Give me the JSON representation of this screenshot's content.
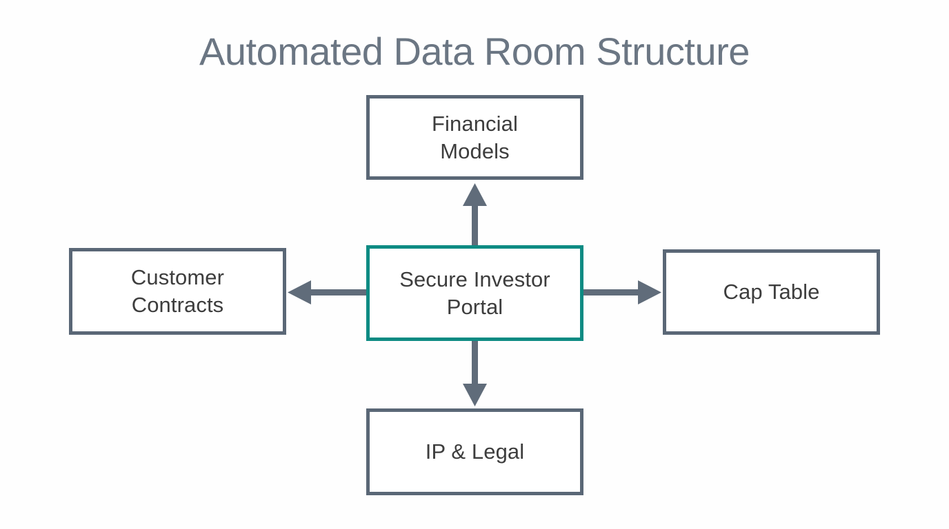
{
  "diagram": {
    "title": "Automated Data Room Structure",
    "type": "hub-and-spoke",
    "background_color": "#fefefe",
    "title_color": "#6b7683",
    "node_border_color": "#5a6776",
    "center_node_border_color": "#0d8b83",
    "node_label_color": "#3d3d3d",
    "arrow_color": "#606c7a",
    "nodes": [
      {
        "id": "secure-portal",
        "label": "Secure Investor\nPortal",
        "role": "center",
        "border_color": "#0d8b83"
      },
      {
        "id": "financial-models",
        "label": "Financial\nModels",
        "role": "spoke",
        "position": "top",
        "border_color": "#5a6776"
      },
      {
        "id": "customer-contracts",
        "label": "Customer\nContracts",
        "role": "spoke",
        "position": "left",
        "border_color": "#5a6776"
      },
      {
        "id": "cap-table",
        "label": "Cap Table",
        "role": "spoke",
        "position": "right",
        "border_color": "#5a6776"
      },
      {
        "id": "ip-legal",
        "label": "IP & Legal",
        "role": "spoke",
        "position": "bottom",
        "border_color": "#5a6776"
      }
    ],
    "connectors": [
      {
        "id": "portal-to-financial-models",
        "from": "secure-portal",
        "to": "financial-models",
        "direction": "up"
      },
      {
        "id": "portal-to-customer-contracts",
        "from": "secure-portal",
        "to": "customer-contracts",
        "direction": "left"
      },
      {
        "id": "portal-to-cap-table",
        "from": "secure-portal",
        "to": "cap-table",
        "direction": "right"
      },
      {
        "id": "portal-to-ip-legal",
        "from": "secure-portal",
        "to": "ip-legal",
        "direction": "down"
      }
    ]
  }
}
